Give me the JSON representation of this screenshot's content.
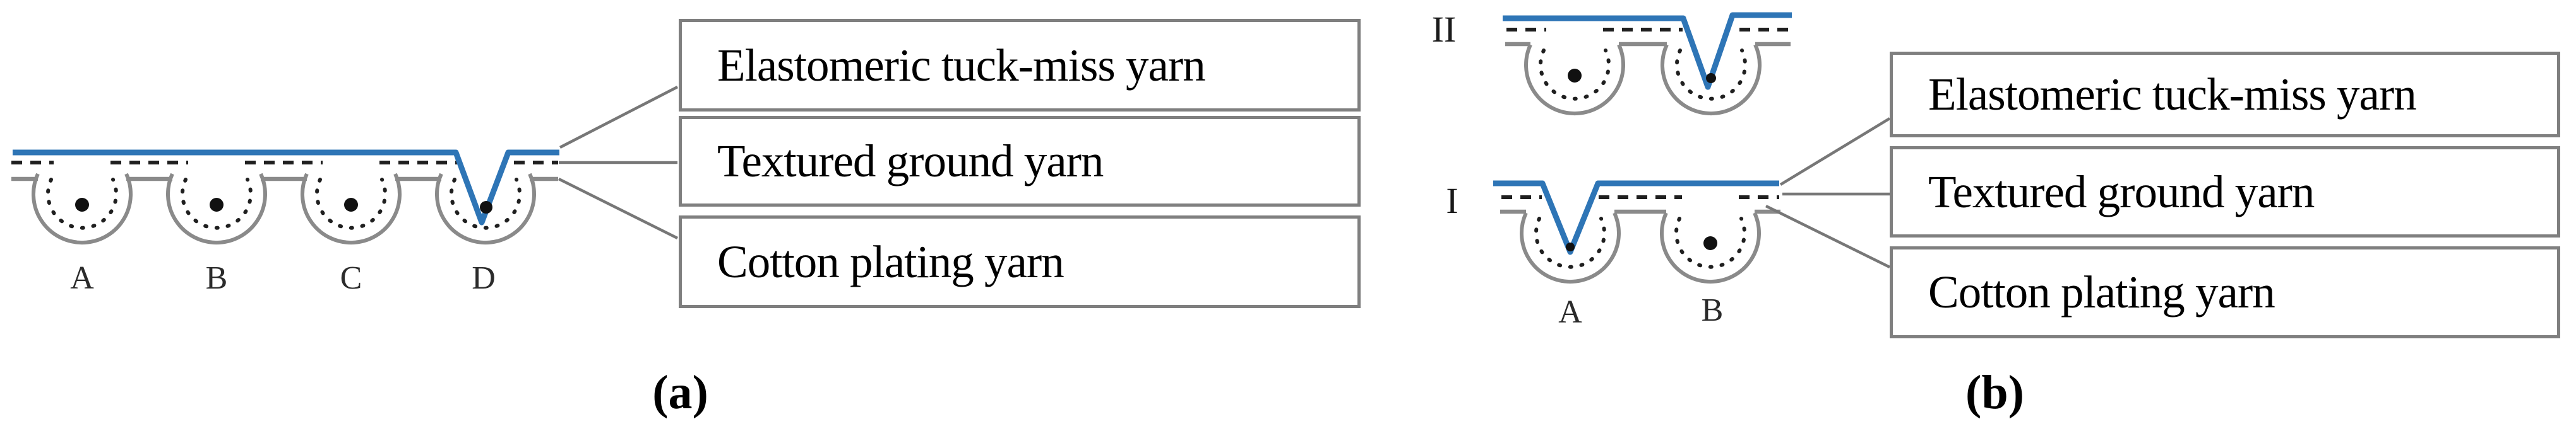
{
  "figure": {
    "panel_a": {
      "caption": "(a)",
      "loop_labels": [
        "A",
        "B",
        "C",
        "D"
      ],
      "legend_items": [
        "Elastomeric tuck-miss yarn",
        "Textured ground yarn",
        "Cotton plating yarn"
      ]
    },
    "panel_b": {
      "caption": "(b)",
      "course_labels": [
        "II",
        "I"
      ],
      "loop_labels": [
        "A",
        "B"
      ],
      "legend_items": [
        "Elastomeric tuck-miss yarn",
        "Textured ground yarn",
        "Cotton plating yarn"
      ]
    }
  },
  "colors": {
    "elastomeric_blue": "#2E75B6",
    "plating_gray": "#8A8A8A",
    "ground_black": "#1F1F1F",
    "legend_border": "#7F7F7F",
    "connector_gray": "#777777",
    "label_gray": "#2B2B2B"
  }
}
